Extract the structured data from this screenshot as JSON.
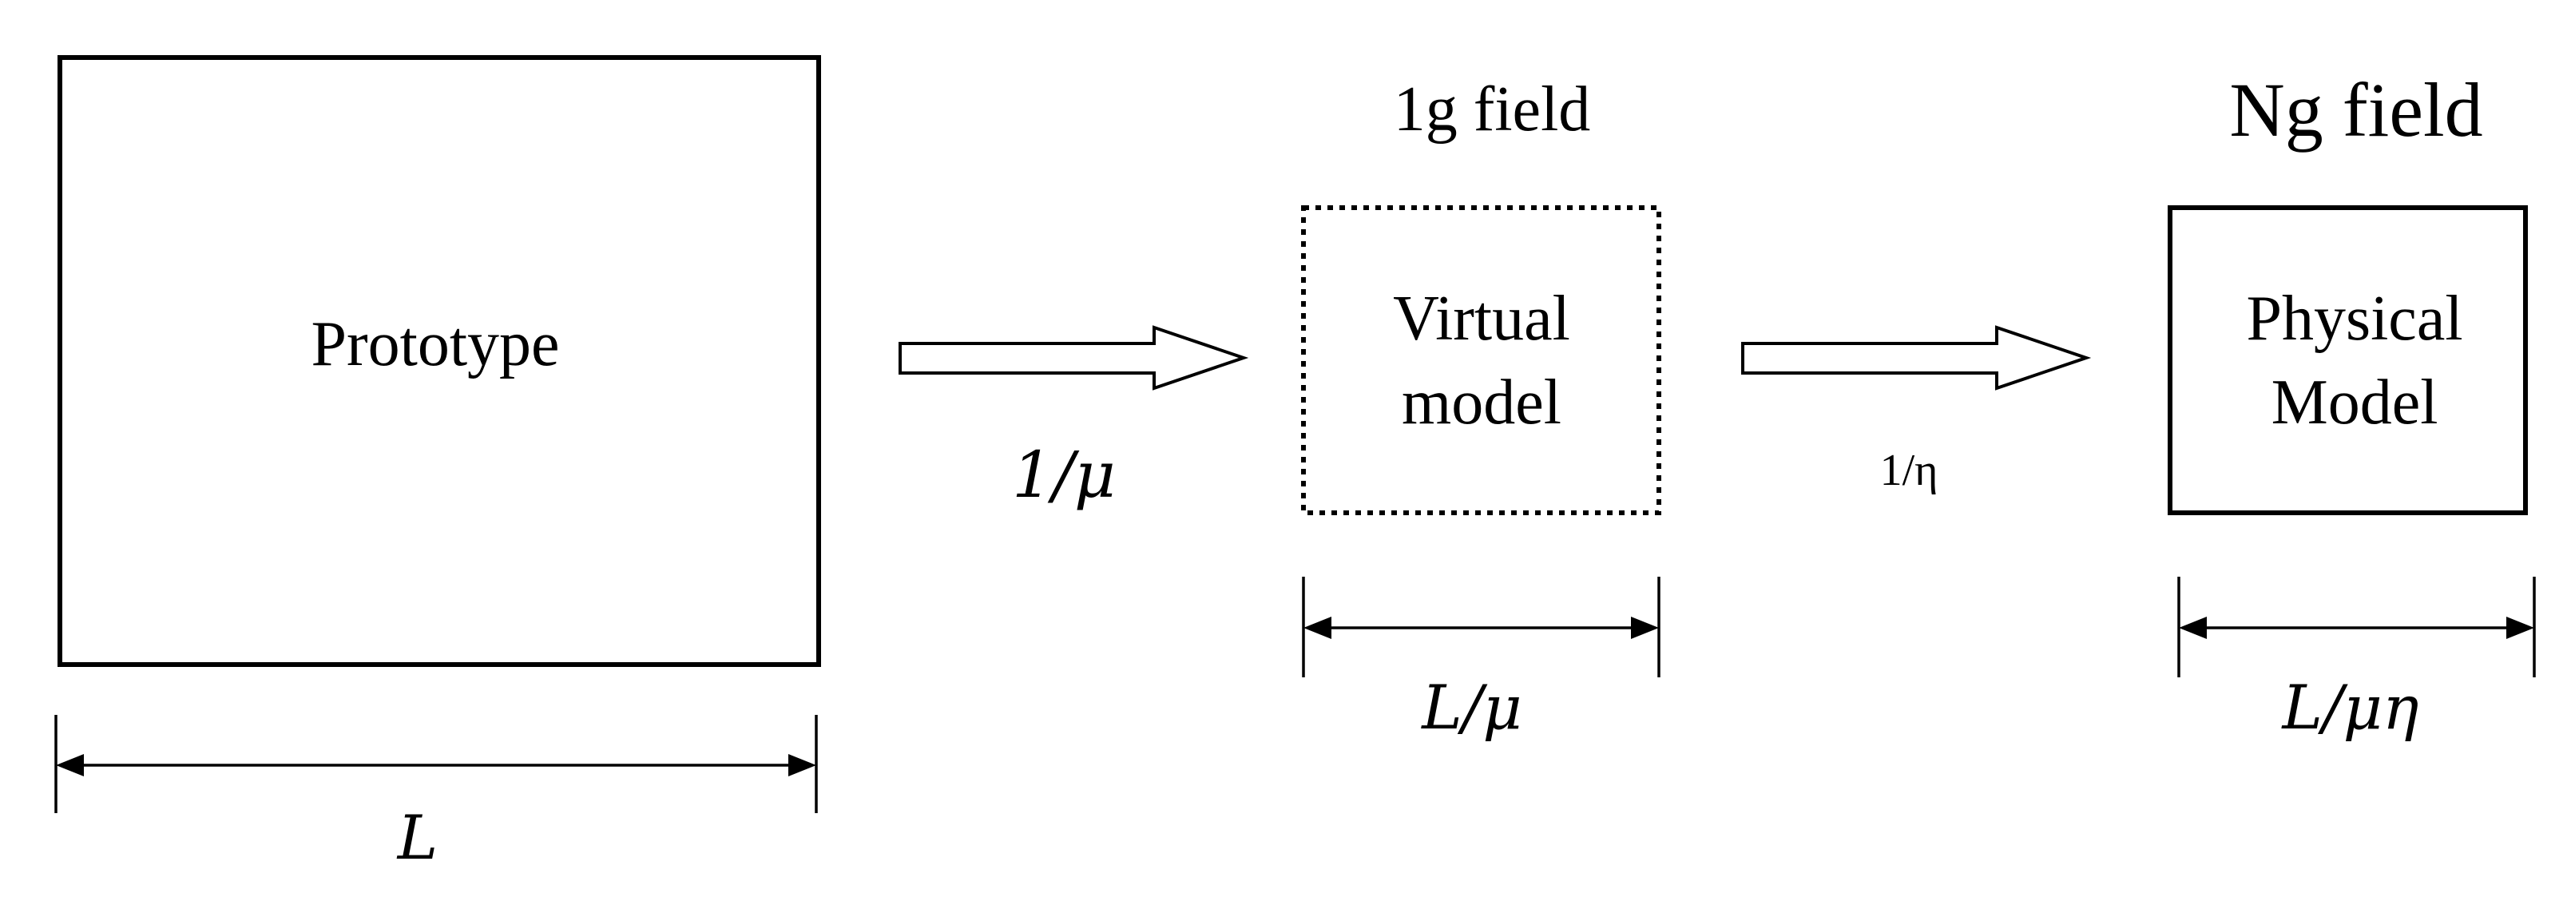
{
  "prototype": {
    "label": "Prototype",
    "dimension": "L"
  },
  "step1": {
    "scale": "1/μ"
  },
  "virtual_model": {
    "field": "1g field",
    "label_line1": "Virtual",
    "label_line2": "model",
    "dimension": "L/μ"
  },
  "step2": {
    "scale": "1/η"
  },
  "physical_model": {
    "field": "Ng field",
    "label_line1": "Physical",
    "label_line2": "Model",
    "dimension": "L/μη"
  }
}
